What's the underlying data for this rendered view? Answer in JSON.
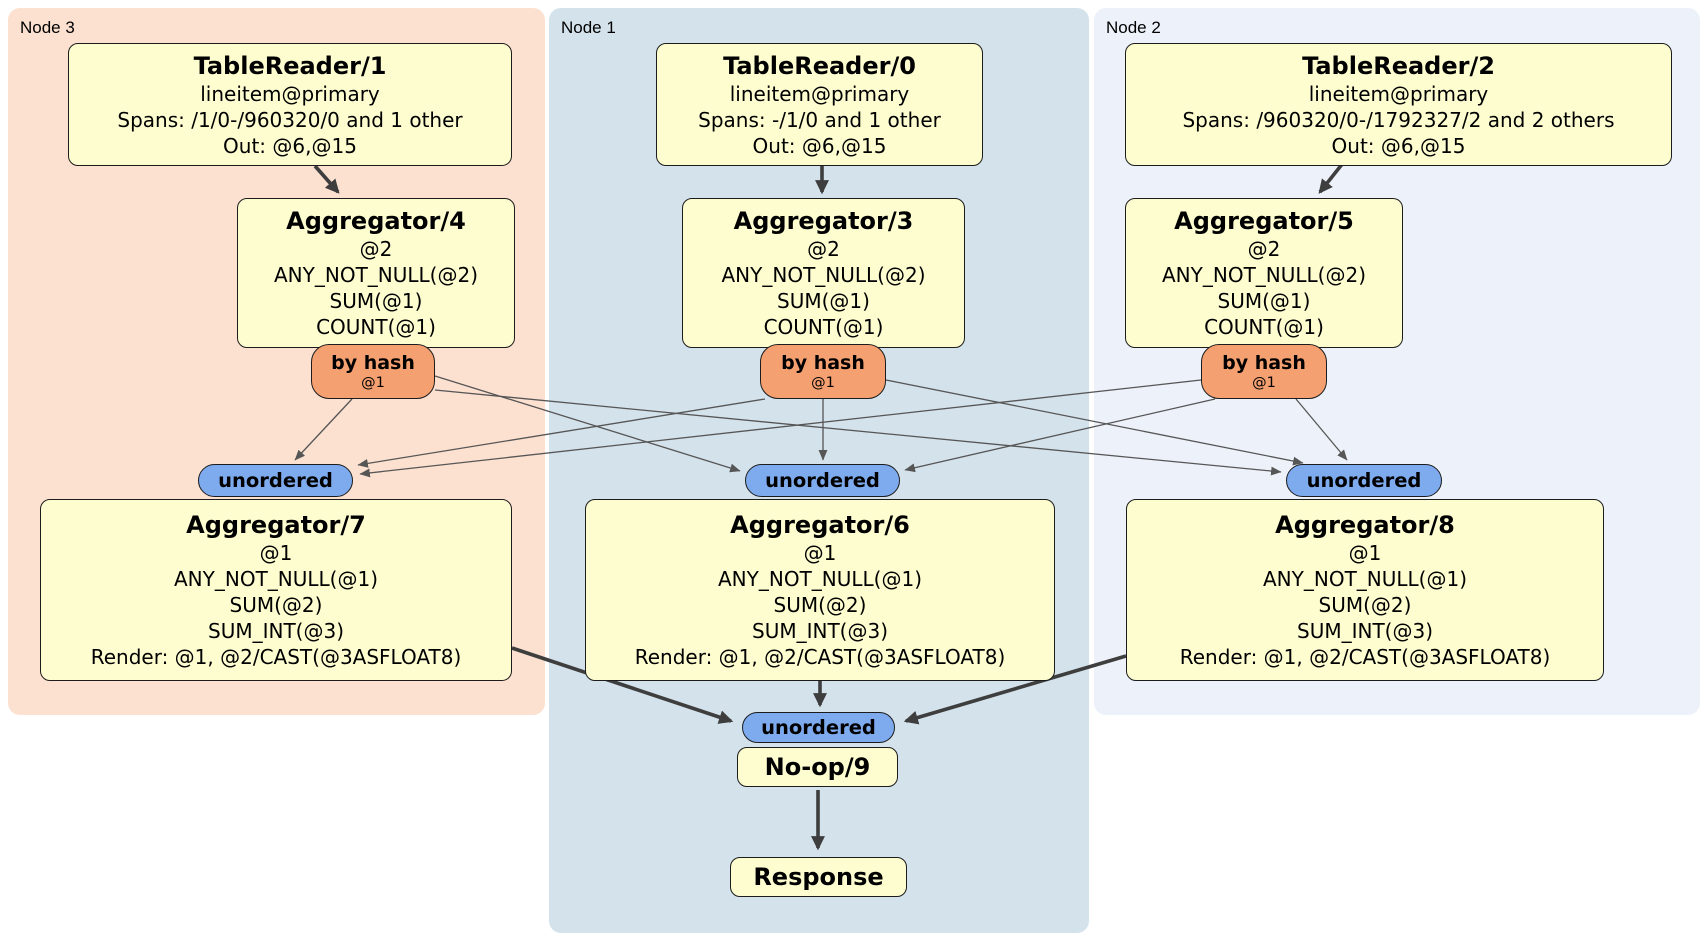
{
  "colors": {
    "node3_region": "#fce1d1",
    "node1_region": "#d4e2eb",
    "node2_region": "#edf2fa",
    "processor_box": "#fdfdd0",
    "hash_router_pill": "#f5a070",
    "unordered_sync_pill": "#7eaaee",
    "thin_edge": "#565656",
    "thick_edge": "#3e3e3e"
  },
  "node3": {
    "label": "Node 3",
    "table_reader": {
      "title": "TableReader/1",
      "lines": [
        "lineitem@primary",
        "Spans: /1/0-/960320/0 and 1 other",
        "Out: @6,@15"
      ]
    },
    "aggregator_top": {
      "title": "Aggregator/4",
      "lines": [
        "@2",
        "ANY_NOT_NULL(@2)",
        "SUM(@1)",
        "COUNT(@1)"
      ]
    },
    "router": {
      "label": "by hash",
      "key": "@1"
    },
    "sync": {
      "label": "unordered"
    },
    "aggregator_bottom": {
      "title": "Aggregator/7",
      "lines": [
        "@1",
        "ANY_NOT_NULL(@1)",
        "SUM(@2)",
        "SUM_INT(@3)",
        "Render: @1, @2/CAST(@3ASFLOAT8)"
      ]
    }
  },
  "node1": {
    "label": "Node 1",
    "table_reader": {
      "title": "TableReader/0",
      "lines": [
        "lineitem@primary",
        "Spans: -/1/0 and 1 other",
        "Out: @6,@15"
      ]
    },
    "aggregator_top": {
      "title": "Aggregator/3",
      "lines": [
        "@2",
        "ANY_NOT_NULL(@2)",
        "SUM(@1)",
        "COUNT(@1)"
      ]
    },
    "router": {
      "label": "by hash",
      "key": "@1"
    },
    "sync": {
      "label": "unordered"
    },
    "aggregator_bottom": {
      "title": "Aggregator/6",
      "lines": [
        "@1",
        "ANY_NOT_NULL(@1)",
        "SUM(@2)",
        "SUM_INT(@3)",
        "Render: @1, @2/CAST(@3ASFLOAT8)"
      ]
    },
    "sync_final": {
      "label": "unordered"
    },
    "noop": {
      "title": "No-op/9"
    },
    "response": {
      "title": "Response"
    }
  },
  "node2": {
    "label": "Node 2",
    "table_reader": {
      "title": "TableReader/2",
      "lines": [
        "lineitem@primary",
        "Spans: /960320/0-/1792327/2 and 2 others",
        "Out: @6,@15"
      ]
    },
    "aggregator_top": {
      "title": "Aggregator/5",
      "lines": [
        "@2",
        "ANY_NOT_NULL(@2)",
        "SUM(@1)",
        "COUNT(@1)"
      ]
    },
    "router": {
      "label": "by hash",
      "key": "@1"
    },
    "sync": {
      "label": "unordered"
    },
    "aggregator_bottom": {
      "title": "Aggregator/8",
      "lines": [
        "@1",
        "ANY_NOT_NULL(@1)",
        "SUM(@2)",
        "SUM_INT(@3)",
        "Render: @1, @2/CAST(@3ASFLOAT8)"
      ]
    }
  }
}
